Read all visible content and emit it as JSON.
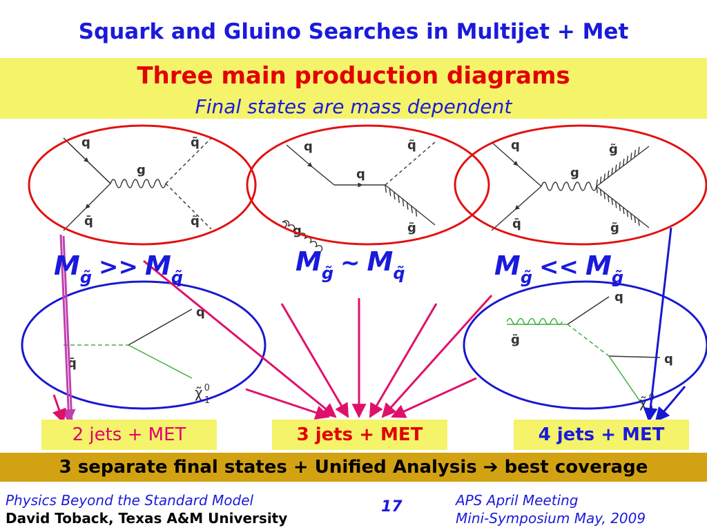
{
  "slide": {
    "title": "Squark and Gluino Searches in Multijet + Met",
    "heading": "Three main production diagrams",
    "subheading": "Final states are mass dependent"
  },
  "feynman_top": {
    "d1": {
      "q_in": "q",
      "qbar_in": "q̄",
      "g_mid": "g",
      "sq_out": "q̃",
      "sqbar_out": "q̃"
    },
    "d2": {
      "q_in": "q",
      "g_in": "g",
      "q_mid": "q",
      "sq_out": "q̃",
      "gl_out": "g̃"
    },
    "d3": {
      "q_in": "q",
      "qbar_in": "q̄",
      "g_mid": "g",
      "gl_out1": "g̃",
      "gl_out2": "g̃"
    }
  },
  "mass_relations": [
    {
      "a": "M",
      "a_sub": "g̃",
      "op": ">>",
      "b": "M",
      "b_sub": "q̃"
    },
    {
      "a": "M",
      "a_sub": "g̃",
      "op": "~",
      "b": "M",
      "b_sub": "q̃"
    },
    {
      "a": "M",
      "a_sub": "g̃",
      "op": "<<",
      "b": "M",
      "b_sub": "g̃"
    }
  ],
  "decays": {
    "left": {
      "q_out": "q",
      "sq_in": "q̄",
      "neut": "χ̃",
      "neut_sup": "0",
      "neut_sub": "1"
    },
    "right": {
      "q_out1": "q",
      "gl_in": "g̃",
      "q_out2": "q",
      "neut": "χ̃",
      "neut_sup": "0",
      "neut_sub": "1"
    }
  },
  "final_states": [
    {
      "label": "2 jets + MET",
      "color": "#e0006a"
    },
    {
      "label": "3 jets + MET",
      "color": "#e20000"
    },
    {
      "label": "4 jets + MET",
      "color": "#1a1adc"
    }
  ],
  "summary": {
    "text_left": "3 separate final states + Unified Analysis",
    "arrow": "➔",
    "text_right": "best coverage"
  },
  "footer": {
    "left_line1": "Physics Beyond the Standard Model",
    "left_line2": "David Toback, Texas A&M University",
    "page": "17",
    "right_line1": "APS April Meeting",
    "right_line2": "Mini-Symposium May, 2009"
  },
  "colors": {
    "title_blue": "#1a1adc",
    "heading_red": "#e20000",
    "band_yellow": "#f4f36a",
    "bottom_gold": "#d3a213",
    "arrow_magenta": "#e0106a",
    "arrow_purple": "#c040b0",
    "ellipse_red": "#e21010",
    "ellipse_blue": "#1818d0",
    "gaugino_green": "#40b040"
  }
}
